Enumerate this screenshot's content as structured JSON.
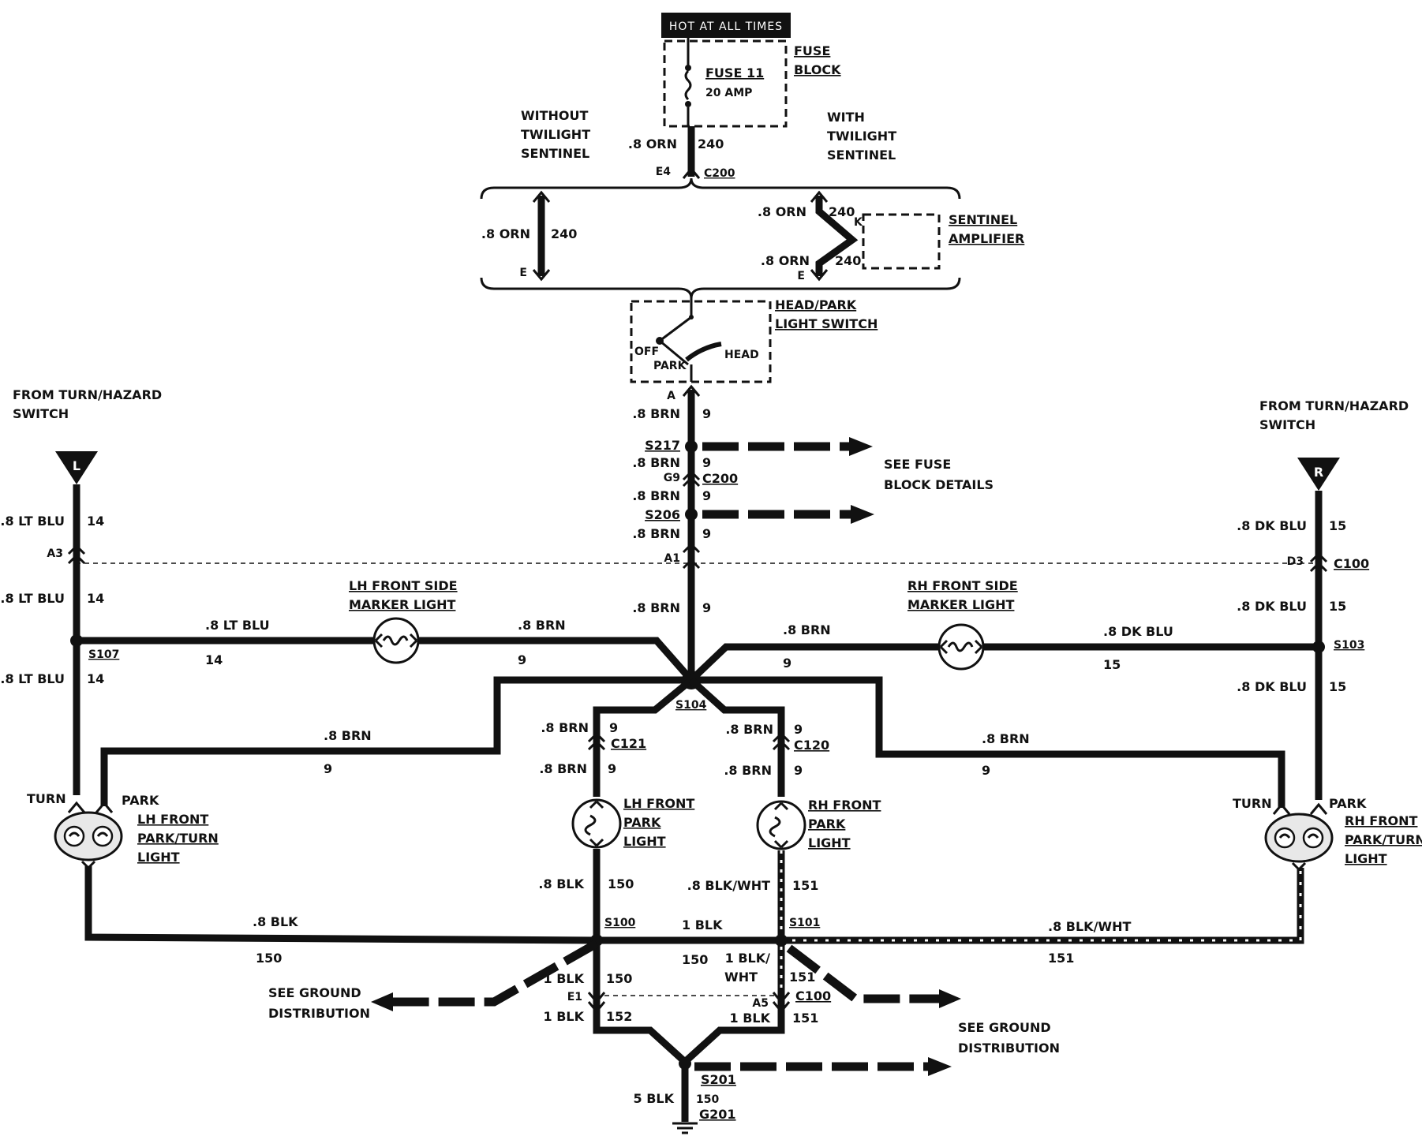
{
  "header": {
    "hot_label": "HOT AT ALL TIMES"
  },
  "fuse": {
    "block_line1": "FUSE",
    "block_line2": "BLOCK",
    "name": "FUSE 11",
    "rating": "20 AMP"
  },
  "top_wire": {
    "gauge": ".8 ORN",
    "circuit": "240",
    "pin": "E4",
    "connector": "C200"
  },
  "without_ts": {
    "l1": "WITHOUT",
    "l2": "TWILIGHT",
    "l3": "SENTINEL",
    "gauge": ".8 ORN",
    "circuit": "240",
    "pin": "E"
  },
  "with_ts": {
    "l1": "WITH",
    "l2": "TWILIGHT",
    "l3": "SENTINEL",
    "gauge_top": ".8 ORN",
    "circuit_top": "240",
    "pin_k": "K",
    "gauge_bot": ".8 ORN",
    "circuit_bot": "240",
    "pin_e": "E"
  },
  "amplifier": {
    "l1": "SENTINEL",
    "l2": "AMPLIFIER"
  },
  "switch": {
    "l1": "HEAD/PARK",
    "l2": "LIGHT SWITCH",
    "off": "OFF",
    "park": "PARK",
    "head": "HEAD",
    "pin_a": "A"
  },
  "center": {
    "w1_gauge": ".8 BRN",
    "w1_circuit": "9",
    "s217": "S217",
    "w2_gauge": ".8 BRN",
    "w2_circuit": "9",
    "g9": "G9",
    "c200": "C200",
    "w3_gauge": ".8 BRN",
    "w3_circuit": "9",
    "s206": "S206",
    "w4_gauge": ".8 BRN",
    "w4_circuit": "9",
    "a1": "A1",
    "w5_gauge": ".8 BRN",
    "w5_circuit": "9",
    "s104": "S104"
  },
  "fuse_details": {
    "l1": "SEE FUSE",
    "l2": "BLOCK DETAILS"
  },
  "left_turn": {
    "l1": "FROM TURN/HAZARD",
    "l2": "SWITCH",
    "flag": "L"
  },
  "right_turn": {
    "l1": "FROM TURN/HAZARD",
    "l2": "SWITCH",
    "flag": "R"
  },
  "left_wires": {
    "w1_gauge": ".8 LT BLU",
    "w1_circuit": "14",
    "a3": "A3",
    "w2_gauge": ".8 LT BLU",
    "w2_circuit": "14",
    "s107": "S107",
    "w3_gauge": ".8 LT BLU",
    "w3_circuit": "14",
    "h_gauge": ".8 LT BLU",
    "h_circuit": "14"
  },
  "right_wires": {
    "w1_gauge": ".8 DK BLU",
    "w1_circuit": "15",
    "d3": "D3",
    "c100": "C100",
    "w2_gauge": ".8 DK BLU",
    "w2_circuit": "15",
    "s103": "S103",
    "w3_gauge": ".8 DK BLU",
    "w3_circuit": "15",
    "h_gauge": ".8 DK BLU",
    "h_circuit": "15"
  },
  "lh_side": {
    "l1": "LH FRONT SIDE",
    "l2": "MARKER LIGHT",
    "gauge": ".8 BRN",
    "circuit": "9"
  },
  "rh_side": {
    "l1": "RH FRONT SIDE",
    "l2": "MARKER LIGHT",
    "gauge": ".8 BRN",
    "circuit": "9"
  },
  "left_brn": {
    "gauge": ".8 BRN",
    "circuit": "9"
  },
  "right_brn": {
    "gauge": ".8 BRN",
    "circuit": "9"
  },
  "lh_park_turn": {
    "turn": "TURN",
    "park": "PARK",
    "l1": "LH FRONT",
    "l2": "PARK/TURN",
    "l3": "LIGHT"
  },
  "rh_park_turn": {
    "turn": "TURN",
    "park": "PARK",
    "l1": "RH FRONT",
    "l2": "PARK/TURN",
    "l3": "LIGHT"
  },
  "lh_park": {
    "top_gauge": ".8 BRN",
    "top_circuit": "9",
    "conn": "C121",
    "mid_gauge": ".8 BRN",
    "mid_circuit": "9",
    "l1": "LH FRONT",
    "l2": "PARK",
    "l3": "LIGHT",
    "gnd_gauge": ".8 BLK",
    "gnd_circuit": "150"
  },
  "rh_park": {
    "top_gauge": ".8 BRN",
    "top_circuit": "9",
    "conn": "C120",
    "mid_gauge": ".8 BRN",
    "mid_circuit": "9",
    "l1": "RH FRONT",
    "l2": "PARK",
    "l3": "LIGHT",
    "gnd_gauge": ".8 BLK/WHT",
    "gnd_circuit": "151"
  },
  "ground": {
    "left_gauge": ".8 BLK",
    "left_circuit": "150",
    "s100": "S100",
    "mid_gauge": "1 BLK",
    "mid_circuit": "150",
    "s101": "S101",
    "right_gauge": ".8 BLK/WHT",
    "right_circuit": "151",
    "s100_down_gauge": "1 BLK",
    "s100_down_circuit": "150",
    "e1": "E1",
    "s100_low_gauge": "1 BLK",
    "s100_low_circuit": "152",
    "s101_down_gauge_l1": "1 BLK/",
    "s101_down_gauge_l2": "WHT",
    "s101_down_circuit": "151",
    "a5": "A5",
    "c100": "C100",
    "s101_low_gauge": "1 BLK",
    "s101_low_circuit": "151",
    "s201": "S201",
    "g_gauge": "5 BLK",
    "g_circuit": "150",
    "g201": "G201"
  },
  "ground_dist_left": {
    "l1": "SEE GROUND",
    "l2": "DISTRIBUTION"
  },
  "ground_dist_right": {
    "l1": "SEE GROUND",
    "l2": "DISTRIBUTION"
  }
}
